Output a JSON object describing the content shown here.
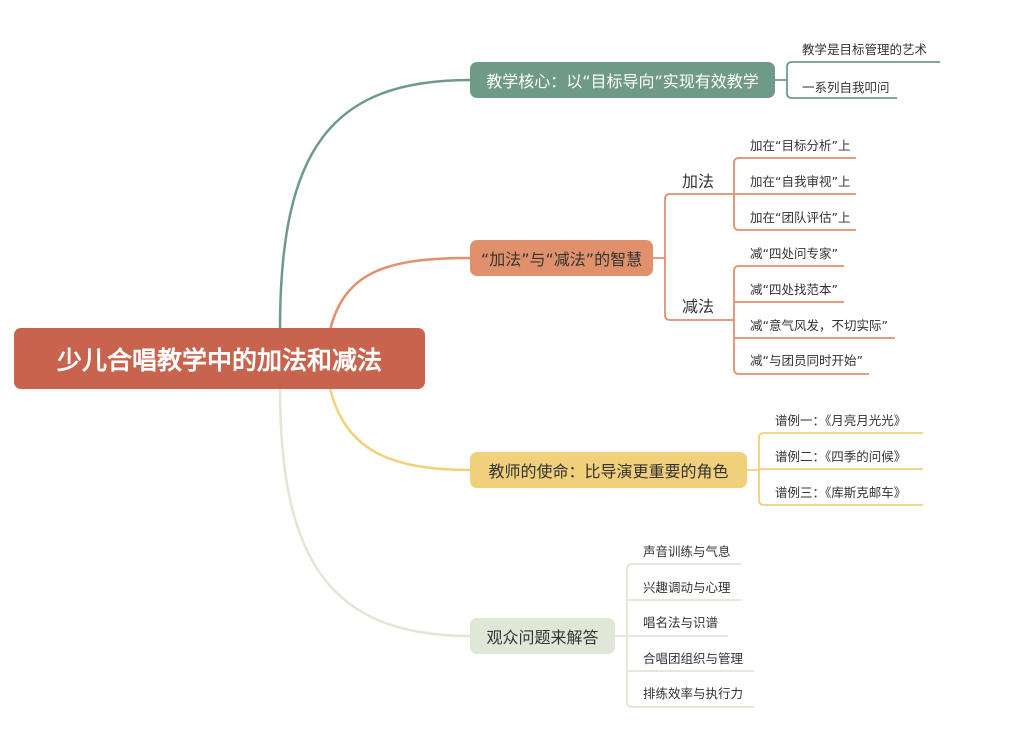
{
  "root": {
    "label": "少儿合唱教学中的加法和减法"
  },
  "branches": [
    {
      "label": "教学核心：以“目标导向”实现有效教学",
      "color": "#6f9a87",
      "children": [
        "教学是目标管理的艺术",
        "一系列自我叩问"
      ]
    },
    {
      "label": "“加法”与“减法”的智慧",
      "color": "#e0916c",
      "groups": [
        {
          "label": "加法",
          "children": [
            "加在“目标分析”上",
            "加在“自我审视”上",
            "加在“团队评估”上"
          ]
        },
        {
          "label": "减法",
          "children": [
            "减“四处问专家”",
            "减“四处找范本”",
            "减“意气风发，不切实际”",
            "减“与团员同时开始”"
          ]
        }
      ]
    },
    {
      "label": "教师的使命：比导演更重要的角色",
      "color": "#f0d07a",
      "children": [
        "谱例一：《月亮月光光》",
        "谱例二：《四季的问候》",
        "谱例三：《库斯克邮车》"
      ]
    },
    {
      "label": "观众问题来解答",
      "color": "#dfe8d7",
      "children": [
        "声音训练与气息",
        "兴趣调动与心理",
        "唱名法与识谱",
        "合唱团组织与管理",
        "排练效率与执行力"
      ]
    }
  ]
}
